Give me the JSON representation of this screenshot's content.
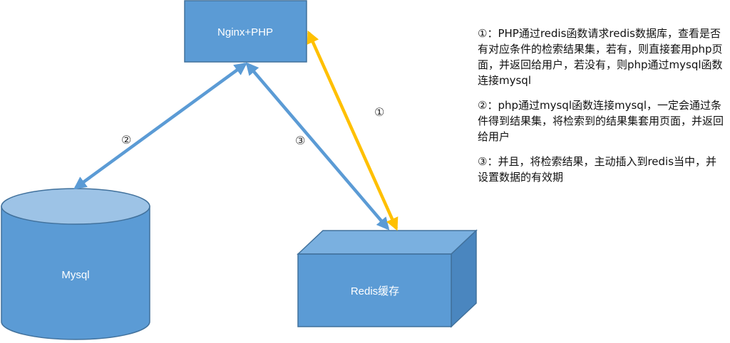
{
  "colors": {
    "box_fill": "#5b9bd5",
    "box_stroke": "#41719c",
    "arrow_blue": "#5b9bd5",
    "arrow_yellow": "#ffc000"
  },
  "nodes": {
    "nginx": {
      "label": "Nginx+PHP"
    },
    "mysql": {
      "label": "Mysql"
    },
    "redis": {
      "label": "Redis缓存"
    }
  },
  "edge_markers": {
    "step1": "①",
    "step2": "②",
    "step3": "③"
  },
  "notes": [
    {
      "text": "①：PHP通过redis函数请求redis数据库，查看是否有对应条件的检索结果集，若有，则直接套用php页面，并返回给用户，若没有，则php通过mysql函数连接mysql"
    },
    {
      "text": "②：php通过mysql函数连接mysql，一定会通过条件得到结果集，将检索到的结果集套用页面，并返回给用户"
    },
    {
      "text": "③：并且，将检索结果，主动插入到redis当中，并设置数据的有效期"
    }
  ]
}
